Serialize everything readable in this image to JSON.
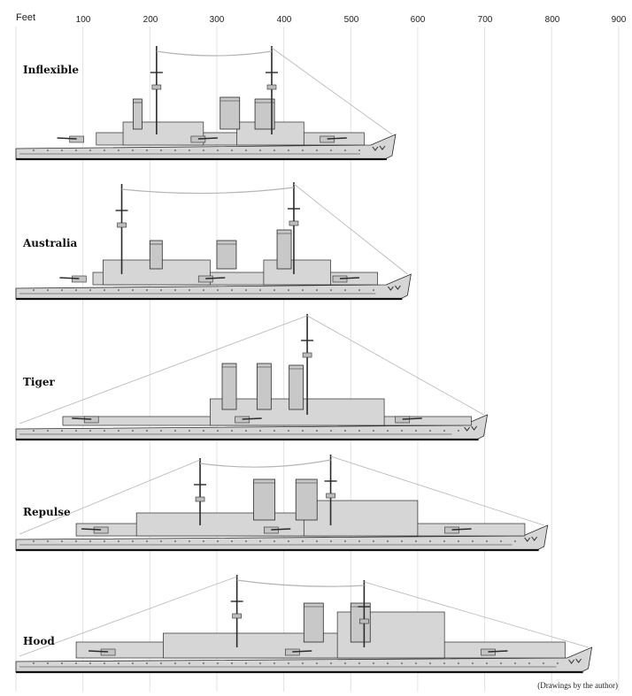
{
  "axis": {
    "unit_label": "Feet",
    "ticks": [
      "100",
      "200",
      "300",
      "400",
      "500",
      "600",
      "700",
      "800",
      "900"
    ]
  },
  "ships": [
    {
      "name": "Inflexible",
      "length_ft": 567
    },
    {
      "name": "Australia",
      "length_ft": 590
    },
    {
      "name": "Tiger",
      "length_ft": 704
    },
    {
      "name": "Repulse",
      "length_ft": 794
    },
    {
      "name": "Hood",
      "length_ft": 860
    }
  ],
  "credit": "(Drawings by the author)",
  "colors": {
    "hull": "#d6d6d6",
    "outline": "#2a2a2a",
    "waterline": "#111111",
    "rigging": "#b5b5b5",
    "grid": "#e2e2e2"
  }
}
